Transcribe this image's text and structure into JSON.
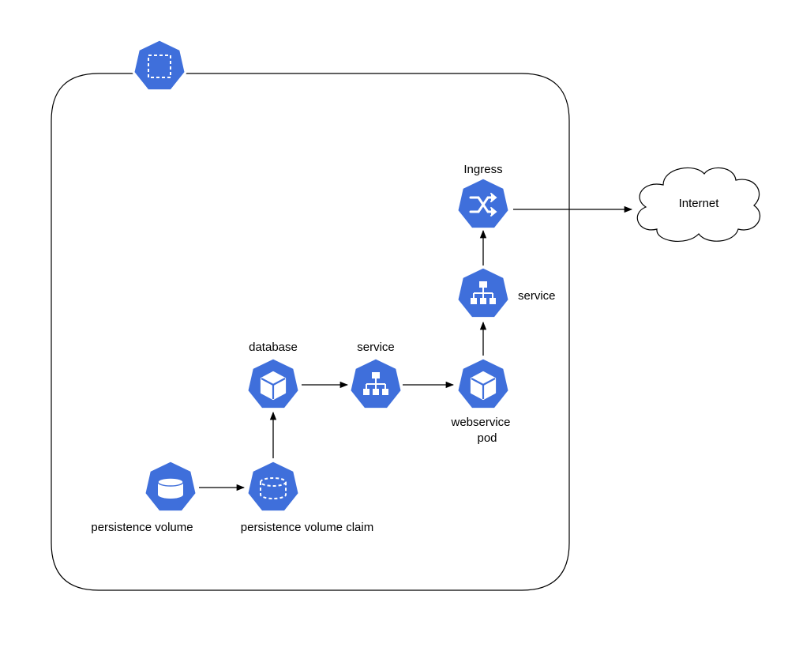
{
  "colors": {
    "node_fill": "#3F6FDB",
    "node_stroke": "#ffffff",
    "icon": "#ffffff",
    "line": "#000000",
    "background": "#ffffff"
  },
  "labels": {
    "ingress": "Ingress",
    "internet": "Internet",
    "service_upper": "service",
    "service_mid": "service",
    "database": "database",
    "webservice_line1": "webservice",
    "webservice_line2": "pod",
    "pv": "persistence volume",
    "pvc": "persistence volume claim"
  },
  "icons": {
    "namespace": "namespace-icon",
    "ingress": "ingress-shuffle-icon",
    "service": "service-network-icon",
    "pod": "pod-cube-icon",
    "pv": "persistent-volume-icon",
    "pvc": "persistent-volume-claim-icon",
    "internet": "cloud-icon"
  }
}
